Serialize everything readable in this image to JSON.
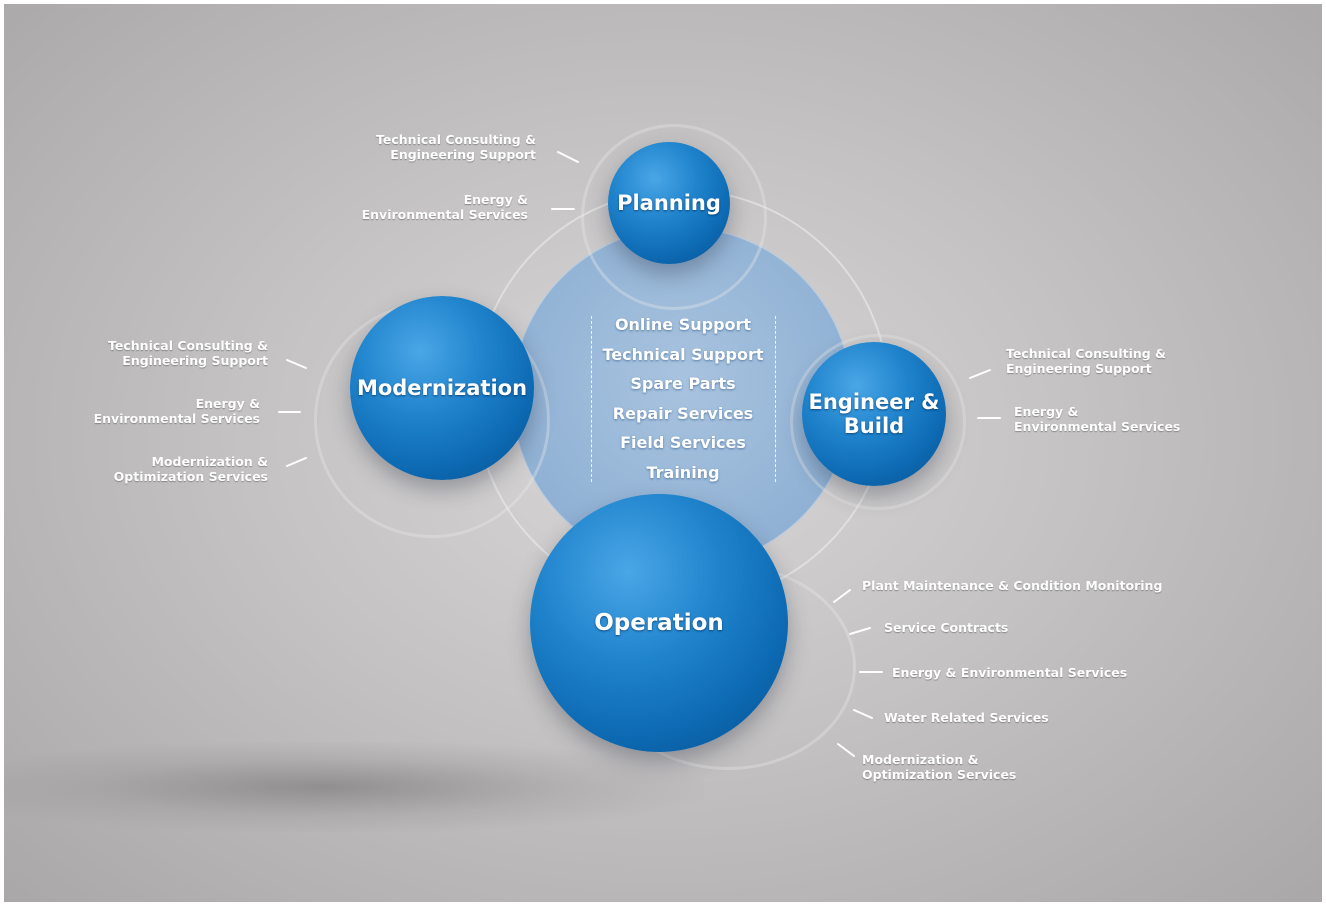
{
  "center": {
    "items": [
      "Online Support",
      "Technical Support",
      "Spare Parts",
      "Repair Services",
      "Field Services",
      "Training"
    ]
  },
  "phases": {
    "planning": {
      "title": [
        "Planning"
      ],
      "services": [
        [
          "Technical Consulting &",
          "Engineering Support"
        ],
        [
          "Energy &",
          "Environmental Services"
        ]
      ]
    },
    "modernization": {
      "title": [
        "Modernization"
      ],
      "services": [
        [
          "Technical Consulting &",
          "Engineering Support"
        ],
        [
          "Energy &",
          "Environmental Services"
        ],
        [
          "Modernization &",
          "Optimization Services"
        ]
      ]
    },
    "engineer_build": {
      "title": [
        "Engineer &",
        "Build"
      ],
      "services": [
        [
          "Technical Consulting &",
          "Engineering Support"
        ],
        [
          "Energy &",
          "Environmental Services"
        ]
      ]
    },
    "operation": {
      "title": [
        "Operation"
      ],
      "services": [
        [
          "Plant Maintenance & Condition Monitoring"
        ],
        [
          "Service Contracts"
        ],
        [
          "Energy & Environmental Services"
        ],
        [
          "Water Related Services"
        ],
        [
          "Modernization &",
          "Optimization Services"
        ]
      ]
    }
  },
  "colors": {
    "sphere_blue": "#1f83cc",
    "center_disc": "#94b4d6",
    "background": "#c4c2c2",
    "text": "#ffffff"
  }
}
